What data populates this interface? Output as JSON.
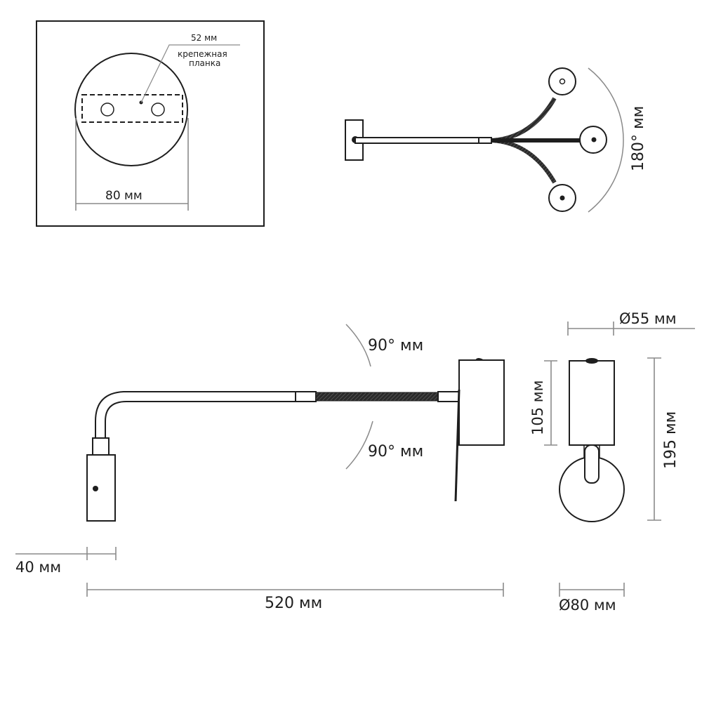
{
  "title": "Wall lamp dimension drawing",
  "colors": {
    "line": "#1e1e1e",
    "dimension_line": "#8a8a8a",
    "background": "#ffffff"
  },
  "mounting_view": {
    "plate_diameter_label": "80 мм",
    "bracket_length_label": "52 мм",
    "bracket_caption_line1": "крепежная",
    "bracket_caption_line2": "планка"
  },
  "top_view": {
    "rotation_label": "180° мм"
  },
  "side_view": {
    "upper_angle_label": "90° мм",
    "lower_angle_label": "90° мм",
    "head_width_label": "40 мм",
    "total_length_label": "520 мм"
  },
  "front_view": {
    "body_diameter_label": "Ø55 мм",
    "body_height_label": "105 мм",
    "total_height_label": "195 мм",
    "plate_diameter_label": "Ø80 мм"
  }
}
